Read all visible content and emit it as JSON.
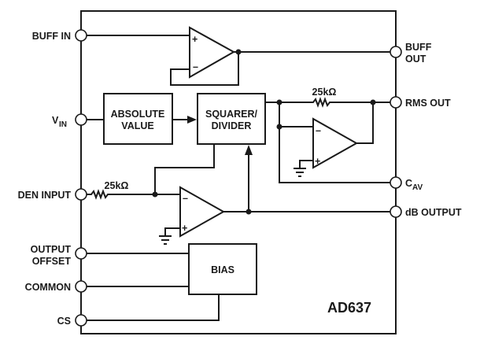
{
  "chip_name": "AD637",
  "pins": {
    "buff_in": "BUFF IN",
    "buff_out_1": "BUFF",
    "buff_out_2": "OUT",
    "rms_out": "RMS OUT",
    "vin_main": "V",
    "vin_sub": "IN",
    "cav_main": "C",
    "cav_sub": "AV",
    "den_input": "DEN INPUT",
    "db_output": "dB OUTPUT",
    "output_offset_1": "OUTPUT",
    "output_offset_2": "OFFSET",
    "common": "COMMON",
    "cs": "CS"
  },
  "blocks": {
    "absolute_value_1": "ABSOLUTE",
    "absolute_value_2": "VALUE",
    "squarer_1": "SQUARER/",
    "squarer_2": "DIVIDER",
    "bias": "BIAS"
  },
  "resistors": {
    "rms_feedback": "25kΩ",
    "den_input": "25kΩ"
  },
  "opamp_signs": {
    "plus": "+",
    "minus": "–"
  }
}
